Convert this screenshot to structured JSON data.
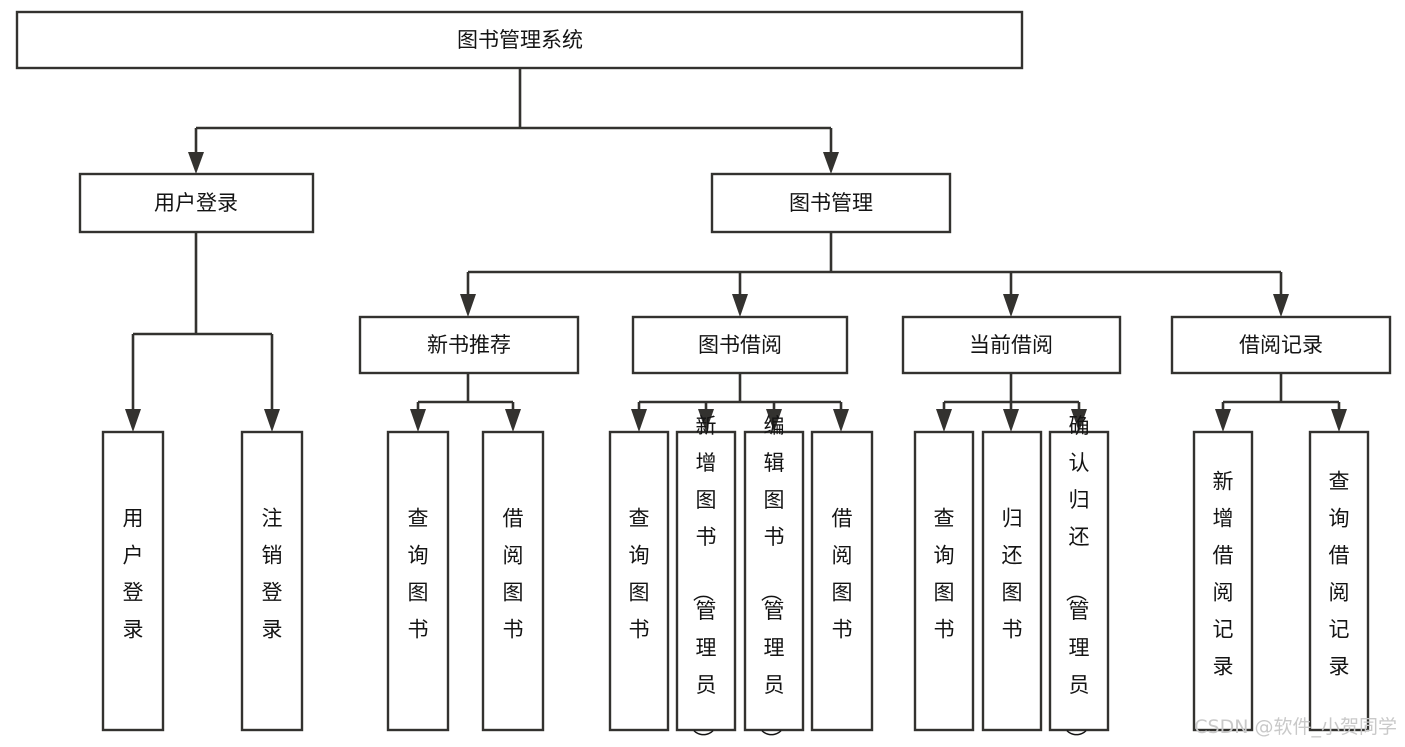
{
  "diagram": {
    "title": "图书管理系统",
    "type": "tree",
    "orientation": "top-down",
    "colors": {
      "box_fill": "#ffffff",
      "box_stroke": "#33322f",
      "connector": "#33322f",
      "text": "#141414",
      "watermark": "#c9c9c9",
      "background": "#ffffff"
    },
    "levels": {
      "root": {
        "label": "图书管理系统"
      },
      "level2": [
        {
          "label": "用户登录"
        },
        {
          "label": "图书管理"
        }
      ],
      "level3": [
        {
          "label": "新书推荐"
        },
        {
          "label": "图书借阅"
        },
        {
          "label": "当前借阅"
        },
        {
          "label": "借阅记录"
        }
      ],
      "leaves": {
        "user_login": [
          {
            "label": "用户登录"
          },
          {
            "label": "注销登录"
          }
        ],
        "new_book_recommend": [
          {
            "label": "查询图书"
          },
          {
            "label": "借阅图书"
          }
        ],
        "book_borrow": [
          {
            "label": "查询图书"
          },
          {
            "label": "新增图书（管理员）"
          },
          {
            "label": "编辑图书（管理员）"
          },
          {
            "label": "借阅图书"
          }
        ],
        "current_borrow": [
          {
            "label": "查询图书"
          },
          {
            "label": "归还图书"
          },
          {
            "label": "确认归还（管理员）"
          }
        ],
        "borrow_record": [
          {
            "label": "新增借阅记录"
          },
          {
            "label": "查询借阅记录"
          }
        ]
      }
    },
    "watermark": "CSDN @软件_小贺同学"
  }
}
